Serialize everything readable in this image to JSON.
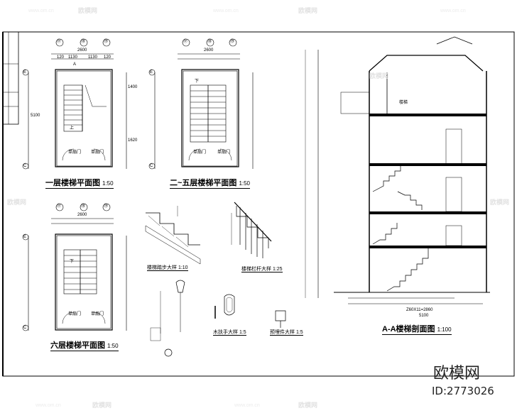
{
  "sheet": {
    "plans": {
      "first_floor": {
        "title": "一层楼梯平面图",
        "scale": "1:50"
      },
      "second_fifth": {
        "title": "二~五层楼梯平面图",
        "scale": "1:50"
      },
      "sixth_floor": {
        "title": "六层楼梯平面图",
        "scale": "1:50"
      }
    },
    "details": {
      "tread": {
        "title": "楼梯踏步大样",
        "scale": "1:10"
      },
      "railing": {
        "title": "楼梯栏杆大样",
        "scale": "1:25"
      },
      "handrail": {
        "title": "木扶手大样",
        "scale": "1:5"
      },
      "embed": {
        "title": "预埋件大样",
        "scale": "1:5"
      }
    },
    "section": {
      "title": "A-A楼梯剖面图",
      "scale": "1:100"
    },
    "dims": {
      "overall": "2600",
      "sub_a": "120",
      "sub_b": "1130",
      "sub_c": "120",
      "side_upper": "1400",
      "side_mid": "5100",
      "side_lower": "1620",
      "section_width": "5100",
      "section_bottom": "Z60X11=2860"
    },
    "axes": {
      "left": "⑰",
      "mid": "⑱",
      "right": "⑲",
      "top": "E",
      "bottom": "C"
    },
    "labels": {
      "room": "楼梯",
      "door": "单扇门",
      "up": "上",
      "down": "下",
      "section_mark": "A"
    }
  },
  "watermark": {
    "site": "www.om.cn",
    "brand": "欧模网"
  },
  "footer": {
    "brand": "欧模网",
    "id": "ID:2773026"
  }
}
